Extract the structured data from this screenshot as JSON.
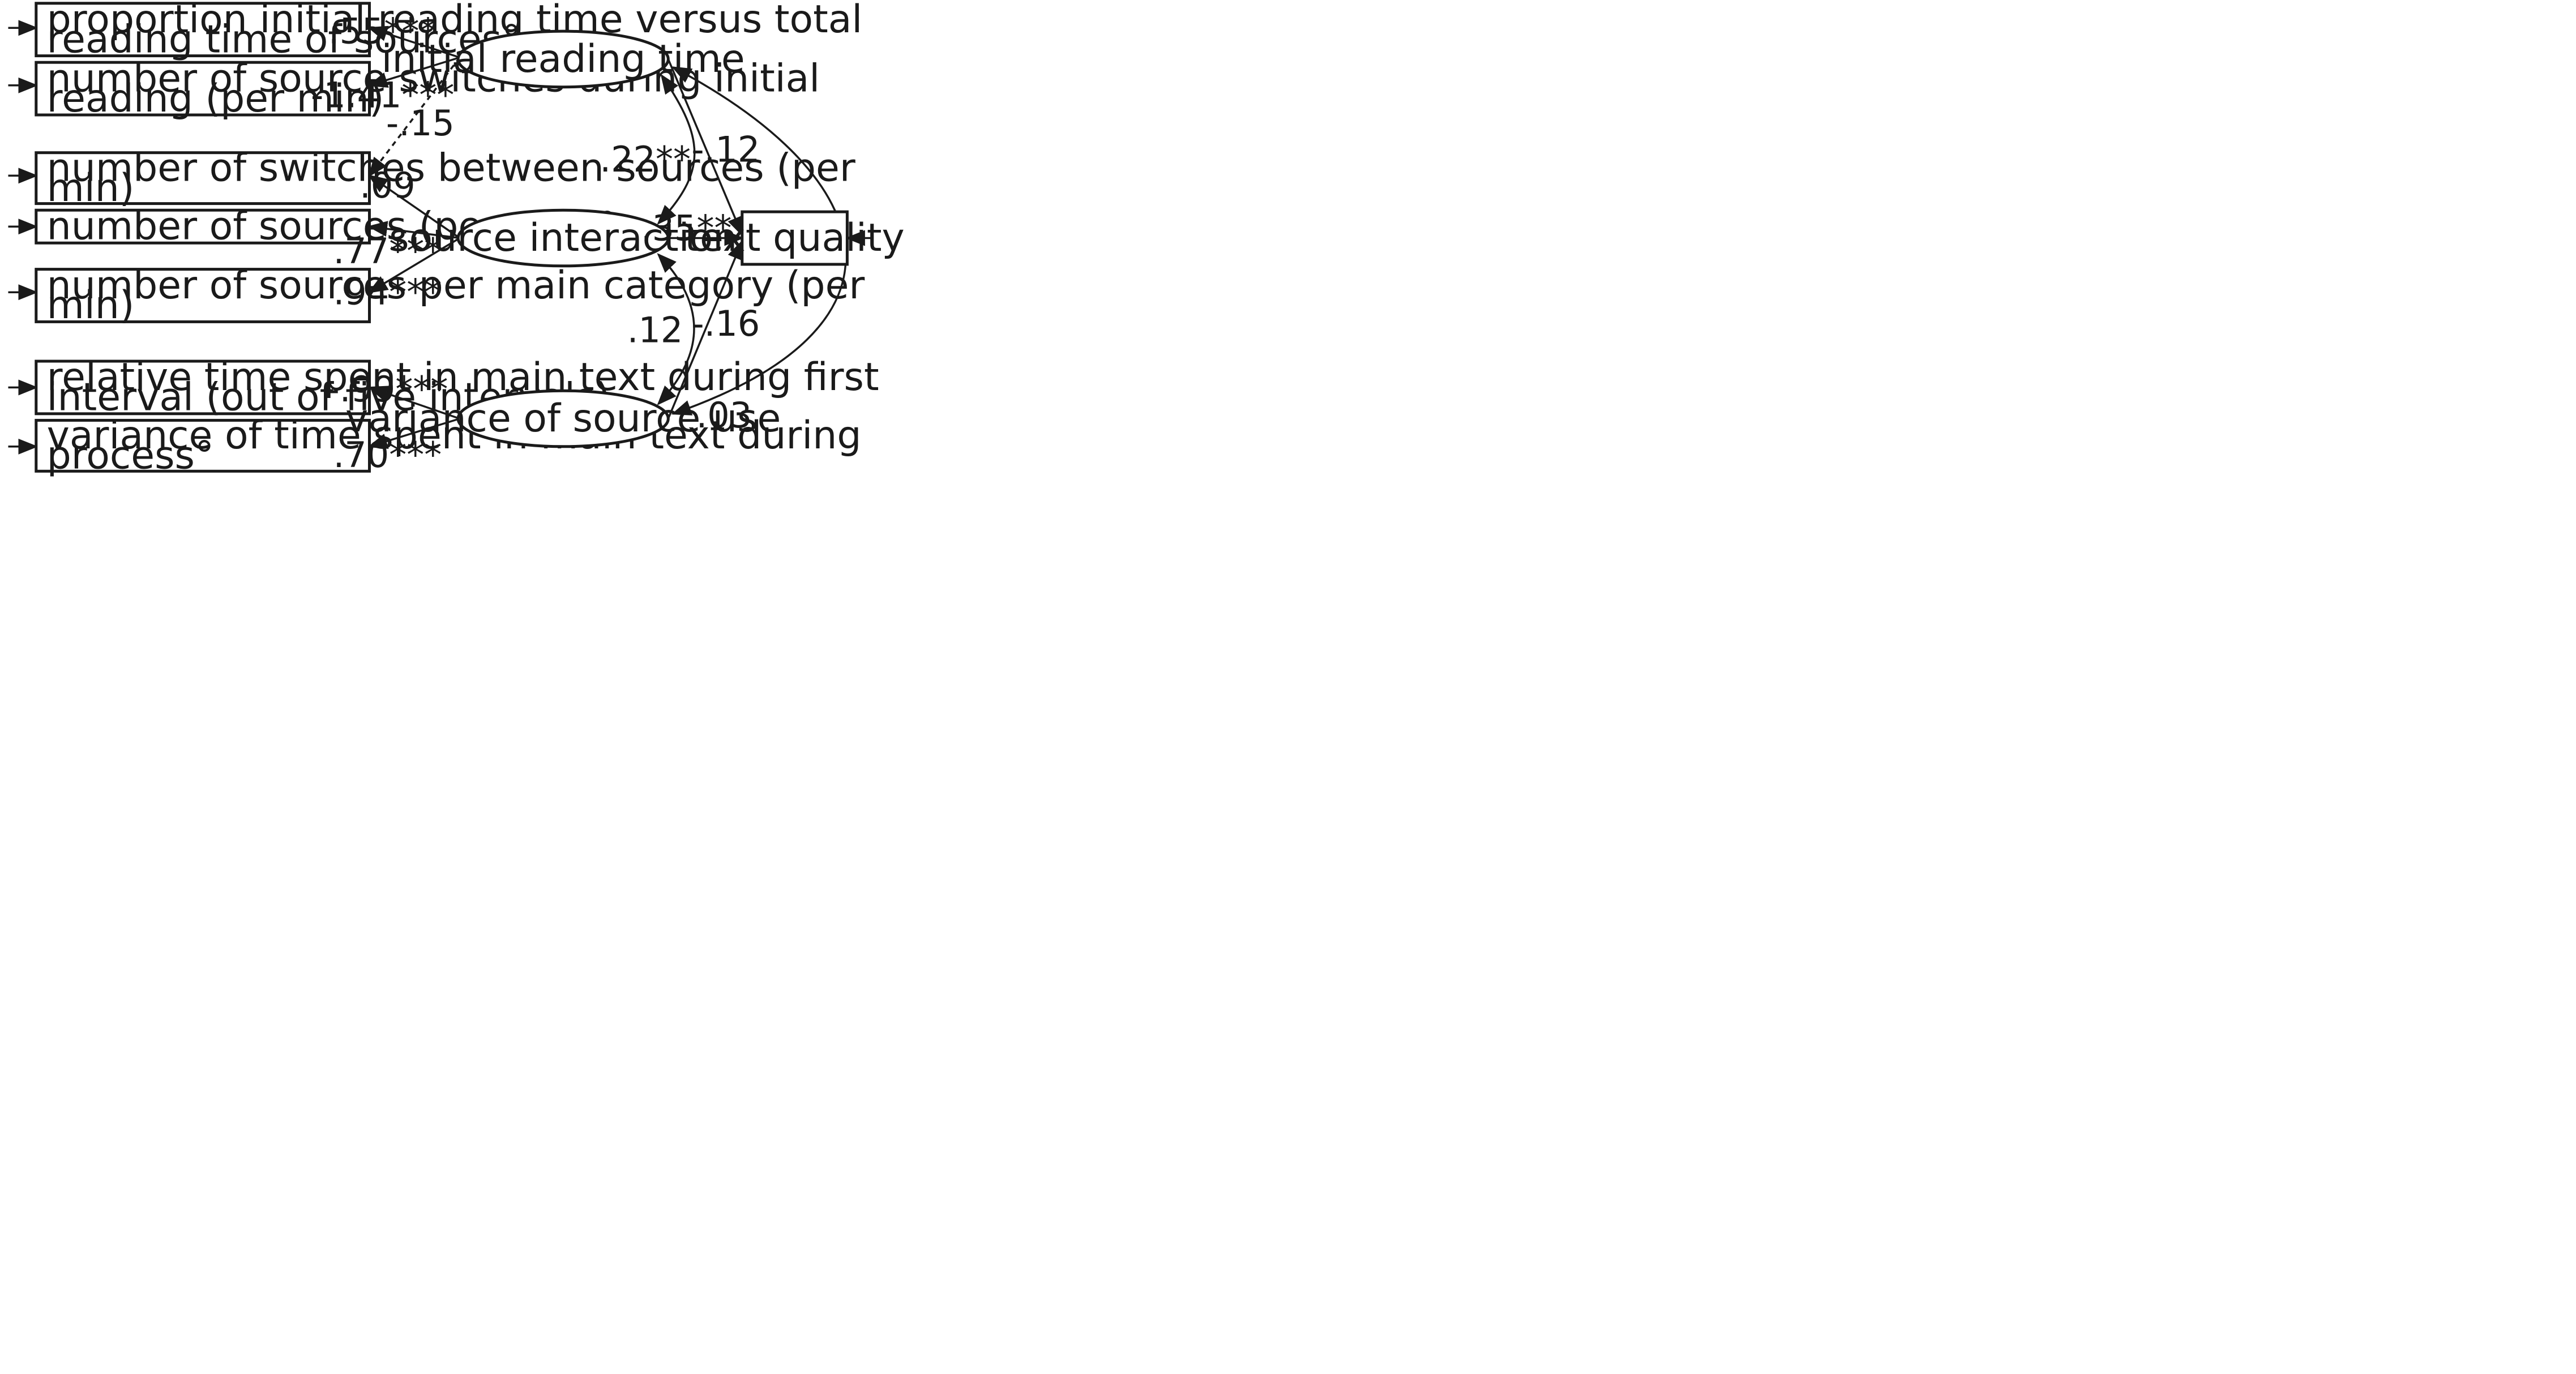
{
  "indicators": [
    {
      "id": "ind1",
      "lines": [
        "proportion initial reading time versus total",
        "reading time of sources°"
      ]
    },
    {
      "id": "ind2",
      "lines": [
        "number of source switches during initial",
        "reading (per min)"
      ]
    },
    {
      "id": "ind3",
      "lines": [
        "number of switches between sources (per",
        "min)"
      ]
    },
    {
      "id": "ind4",
      "lines": [
        "number of sources (per min)°"
      ]
    },
    {
      "id": "ind5",
      "lines": [
        "number of sources per main category (per",
        "min)"
      ]
    },
    {
      "id": "ind6",
      "lines": [
        "relative time spent in main text during first",
        "interval (out of five intervals)"
      ]
    },
    {
      "id": "ind7",
      "lines": [
        "variance of time spent in main text during",
        "process°"
      ]
    }
  ],
  "latents": [
    {
      "id": "lat1",
      "label": "initial reading time"
    },
    {
      "id": "lat2",
      "label": "source interaction"
    },
    {
      "id": "lat3",
      "label": "variance of source use"
    }
  ],
  "outcome": {
    "id": "out",
    "label": "text quality"
  },
  "loadings": [
    {
      "from": "lat1",
      "to": "ind1",
      "label": ".55***"
    },
    {
      "from": "lat1",
      "to": "ind2",
      "label": "-1.41***"
    },
    {
      "from": "lat1",
      "to": "ind3",
      "label": "-.15",
      "dashed": true
    },
    {
      "from": "lat2",
      "to": "ind3",
      "label": ".09"
    },
    {
      "from": "lat2",
      "to": "ind4",
      "label": ".77***"
    },
    {
      "from": "lat2",
      "to": "ind5",
      "label": ".94***"
    },
    {
      "from": "lat3",
      "to": "ind6",
      "label": "-.99***"
    },
    {
      "from": "lat3",
      "to": "ind7",
      "label": ".70***"
    }
  ],
  "paths": [
    {
      "from": "lat1",
      "to": "out",
      "label": "-.12"
    },
    {
      "from": "lat2",
      "to": "out",
      "label": ".35**"
    },
    {
      "from": "lat3",
      "to": "out",
      "label": "-.16"
    }
  ],
  "covariances": [
    {
      "between": [
        "lat1",
        "lat2"
      ],
      "label": ".22**"
    },
    {
      "between": [
        "lat2",
        "lat3"
      ],
      "label": ".12"
    },
    {
      "between": [
        "lat1",
        "lat3"
      ],
      "label": ".03"
    }
  ]
}
